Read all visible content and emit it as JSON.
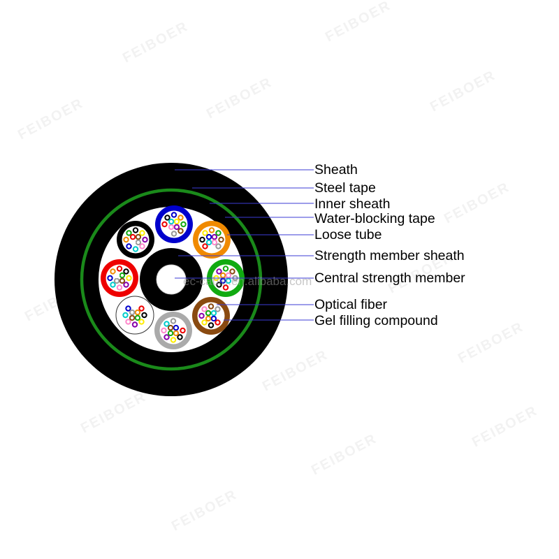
{
  "diagram": {
    "labels": [
      {
        "id": "sheath",
        "text": "Sheath"
      },
      {
        "id": "steel_tape",
        "text": "Steel tape"
      },
      {
        "id": "inner_sheath",
        "text": "Inner sheath"
      },
      {
        "id": "water_blocking_tape",
        "text": "Water-blocking tape"
      },
      {
        "id": "loose_tube",
        "text": "Loose tube"
      },
      {
        "id": "strength_member_sheath",
        "text": "Strength member sheath"
      },
      {
        "id": "central_strength_member",
        "text": "Central strength member"
      },
      {
        "id": "optical_fiber",
        "text": "Optical fiber"
      },
      {
        "id": "gel_filling_compound",
        "text": "Gel filling compound"
      }
    ],
    "watermark": "ec-cable.en.alibaba.com",
    "background_watermark": "FEIBOER",
    "colors": {
      "sheath": "#000000",
      "steel_tape": "#1a8a1a",
      "leader_line": "#3b3bd6",
      "tubes": [
        "#0000cc",
        "#f08a00",
        "#11aa11",
        "#8a4a10",
        "#aaaaaa",
        "#ffffff",
        "#ee0000",
        "#000000"
      ],
      "fibers": [
        "#0000cc",
        "#f08a00",
        "#11aa11",
        "#8a4a10",
        "#999999",
        "#ffffff",
        "#ee0000",
        "#000000",
        "#ffee00",
        "#8800aa",
        "#ff88cc",
        "#00cccc"
      ]
    }
  }
}
